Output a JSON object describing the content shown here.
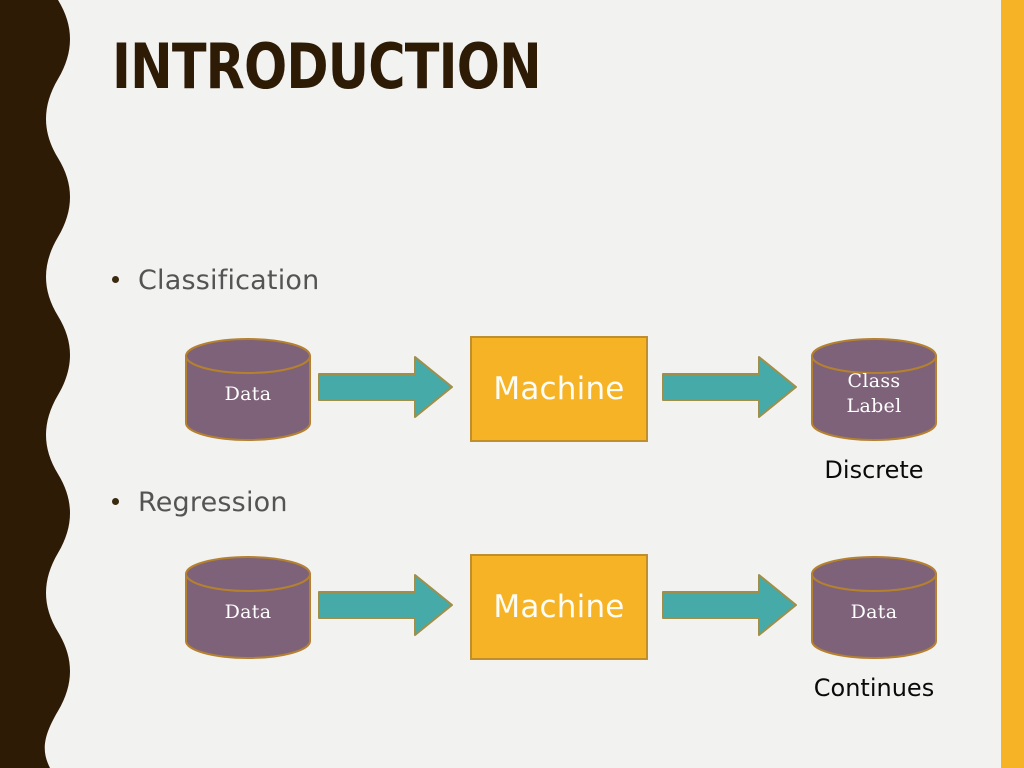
{
  "slide": {
    "title": "INTRODUCTION",
    "background_color": "#f2f2f0",
    "accent_dark": "#2d1b06",
    "accent_orange": "#f7b326",
    "accent_teal": "#45aaa8",
    "cylinder_fill": "#7e6279",
    "cylinder_stroke": "#b5812f"
  },
  "bullets": [
    {
      "label": "Classification"
    },
    {
      "label": "Regression"
    }
  ],
  "diagrams": [
    {
      "name": "classification",
      "source": {
        "label": "Data",
        "shape": "cylinder"
      },
      "arrow_in": {
        "name": "arrow-right-icon"
      },
      "process": {
        "label": "Machine",
        "shape": "rectangle"
      },
      "arrow_out": {
        "name": "arrow-right-icon"
      },
      "output": {
        "label_line1": "Class",
        "label_line2": "Label",
        "shape": "cylinder"
      },
      "caption": "Discrete"
    },
    {
      "name": "regression",
      "source": {
        "label": "Data",
        "shape": "cylinder"
      },
      "arrow_in": {
        "name": "arrow-right-icon"
      },
      "process": {
        "label": "Machine",
        "shape": "rectangle"
      },
      "arrow_out": {
        "name": "arrow-right-icon"
      },
      "output": {
        "label_line1": "Data",
        "label_line2": "",
        "shape": "cylinder"
      },
      "caption": "Continues"
    }
  ]
}
